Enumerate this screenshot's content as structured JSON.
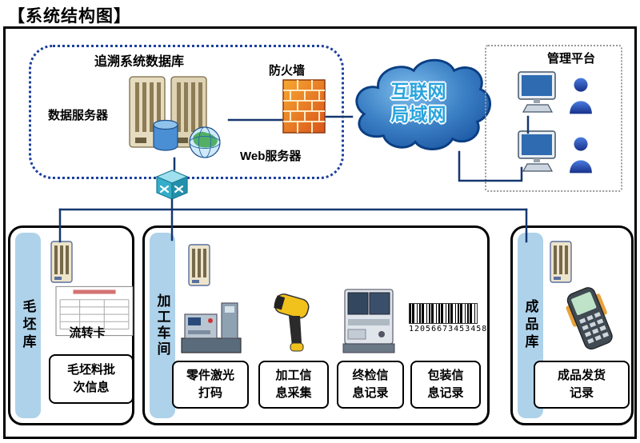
{
  "title": "【系统结构图】",
  "network": {
    "database_group_label": "追溯系统数据库",
    "data_server_label": "数据服务器",
    "firewall_label": "防火墙",
    "web_server_label": "Web服务器",
    "cloud": {
      "line1": "互联网",
      "line2": "局域网"
    },
    "management_label": "管理平台"
  },
  "sections": {
    "blank_store": {
      "name": "毛坯库",
      "card_label": "流转卡",
      "info_box": "毛坯料批次信息"
    },
    "workshop": {
      "name": "加工车间",
      "barcode_number": "12056673453458",
      "boxes": [
        "零件激光打码",
        "加工信息采集",
        "终检信息记录",
        "包装信息记录"
      ]
    },
    "finished_store": {
      "name": "成品库",
      "info_box": "成品发货记录"
    }
  },
  "icons": {
    "data_server": "server-towers-with-database-and-globe",
    "firewall": "brick-wall",
    "network_cloud": "cloud",
    "switch": "network-switch",
    "management_pc": "desktop-computer",
    "user": "person",
    "section_server": "server-tower",
    "circulation_card": "document-card",
    "laser_marker": "laser-marking-machine",
    "scanner": "barcode-scanner",
    "inspection": "inspection-machine",
    "barcode": "barcode",
    "handheld": "handheld-terminal"
  },
  "colors": {
    "connector_line": "#15376f",
    "dotted_group_border": "#1b3f9e",
    "section_strip": "#aed2ea",
    "cloud_fill_dark": "#1a55a2",
    "cloud_fill_light": "#7fc0ee",
    "cloud_text": "#2aa4de",
    "firewall_orange": "#e8641c"
  }
}
